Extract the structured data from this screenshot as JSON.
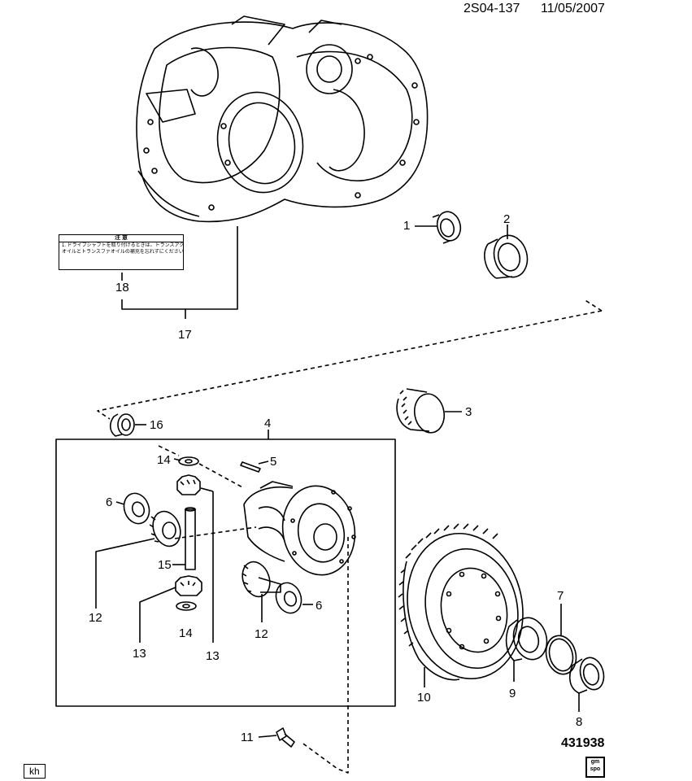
{
  "header": {
    "code": "2S04-137",
    "date": "11/05/2007"
  },
  "footer": {
    "ref_number": "431938",
    "author_tag": "kh",
    "logo_top": "gm",
    "logo_bottom": "spo"
  },
  "warning_label": {
    "heading": "注 意",
    "line1": "1. ドライブシャフトを取り付けるときは、トランスアクスル",
    "line2": "オイルとトランスファオイルの補充を忘れずにください。"
  },
  "callouts": [
    {
      "id": "c1",
      "text": "1"
    },
    {
      "id": "c2",
      "text": "2"
    },
    {
      "id": "c3",
      "text": "3"
    },
    {
      "id": "c4",
      "text": "4"
    },
    {
      "id": "c5",
      "text": "5"
    },
    {
      "id": "c6a",
      "text": "6"
    },
    {
      "id": "c6b",
      "text": "6"
    },
    {
      "id": "c7",
      "text": "7"
    },
    {
      "id": "c8",
      "text": "8"
    },
    {
      "id": "c9",
      "text": "9"
    },
    {
      "id": "c10",
      "text": "10"
    },
    {
      "id": "c11",
      "text": "11"
    },
    {
      "id": "c12a",
      "text": "12"
    },
    {
      "id": "c12b",
      "text": "12"
    },
    {
      "id": "c13a",
      "text": "13"
    },
    {
      "id": "c13b",
      "text": "13"
    },
    {
      "id": "c14a",
      "text": "14"
    },
    {
      "id": "c14b",
      "text": "14"
    },
    {
      "id": "c15",
      "text": "15"
    },
    {
      "id": "c16",
      "text": "16"
    },
    {
      "id": "c17",
      "text": "17"
    },
    {
      "id": "c18",
      "text": "18"
    }
  ]
}
